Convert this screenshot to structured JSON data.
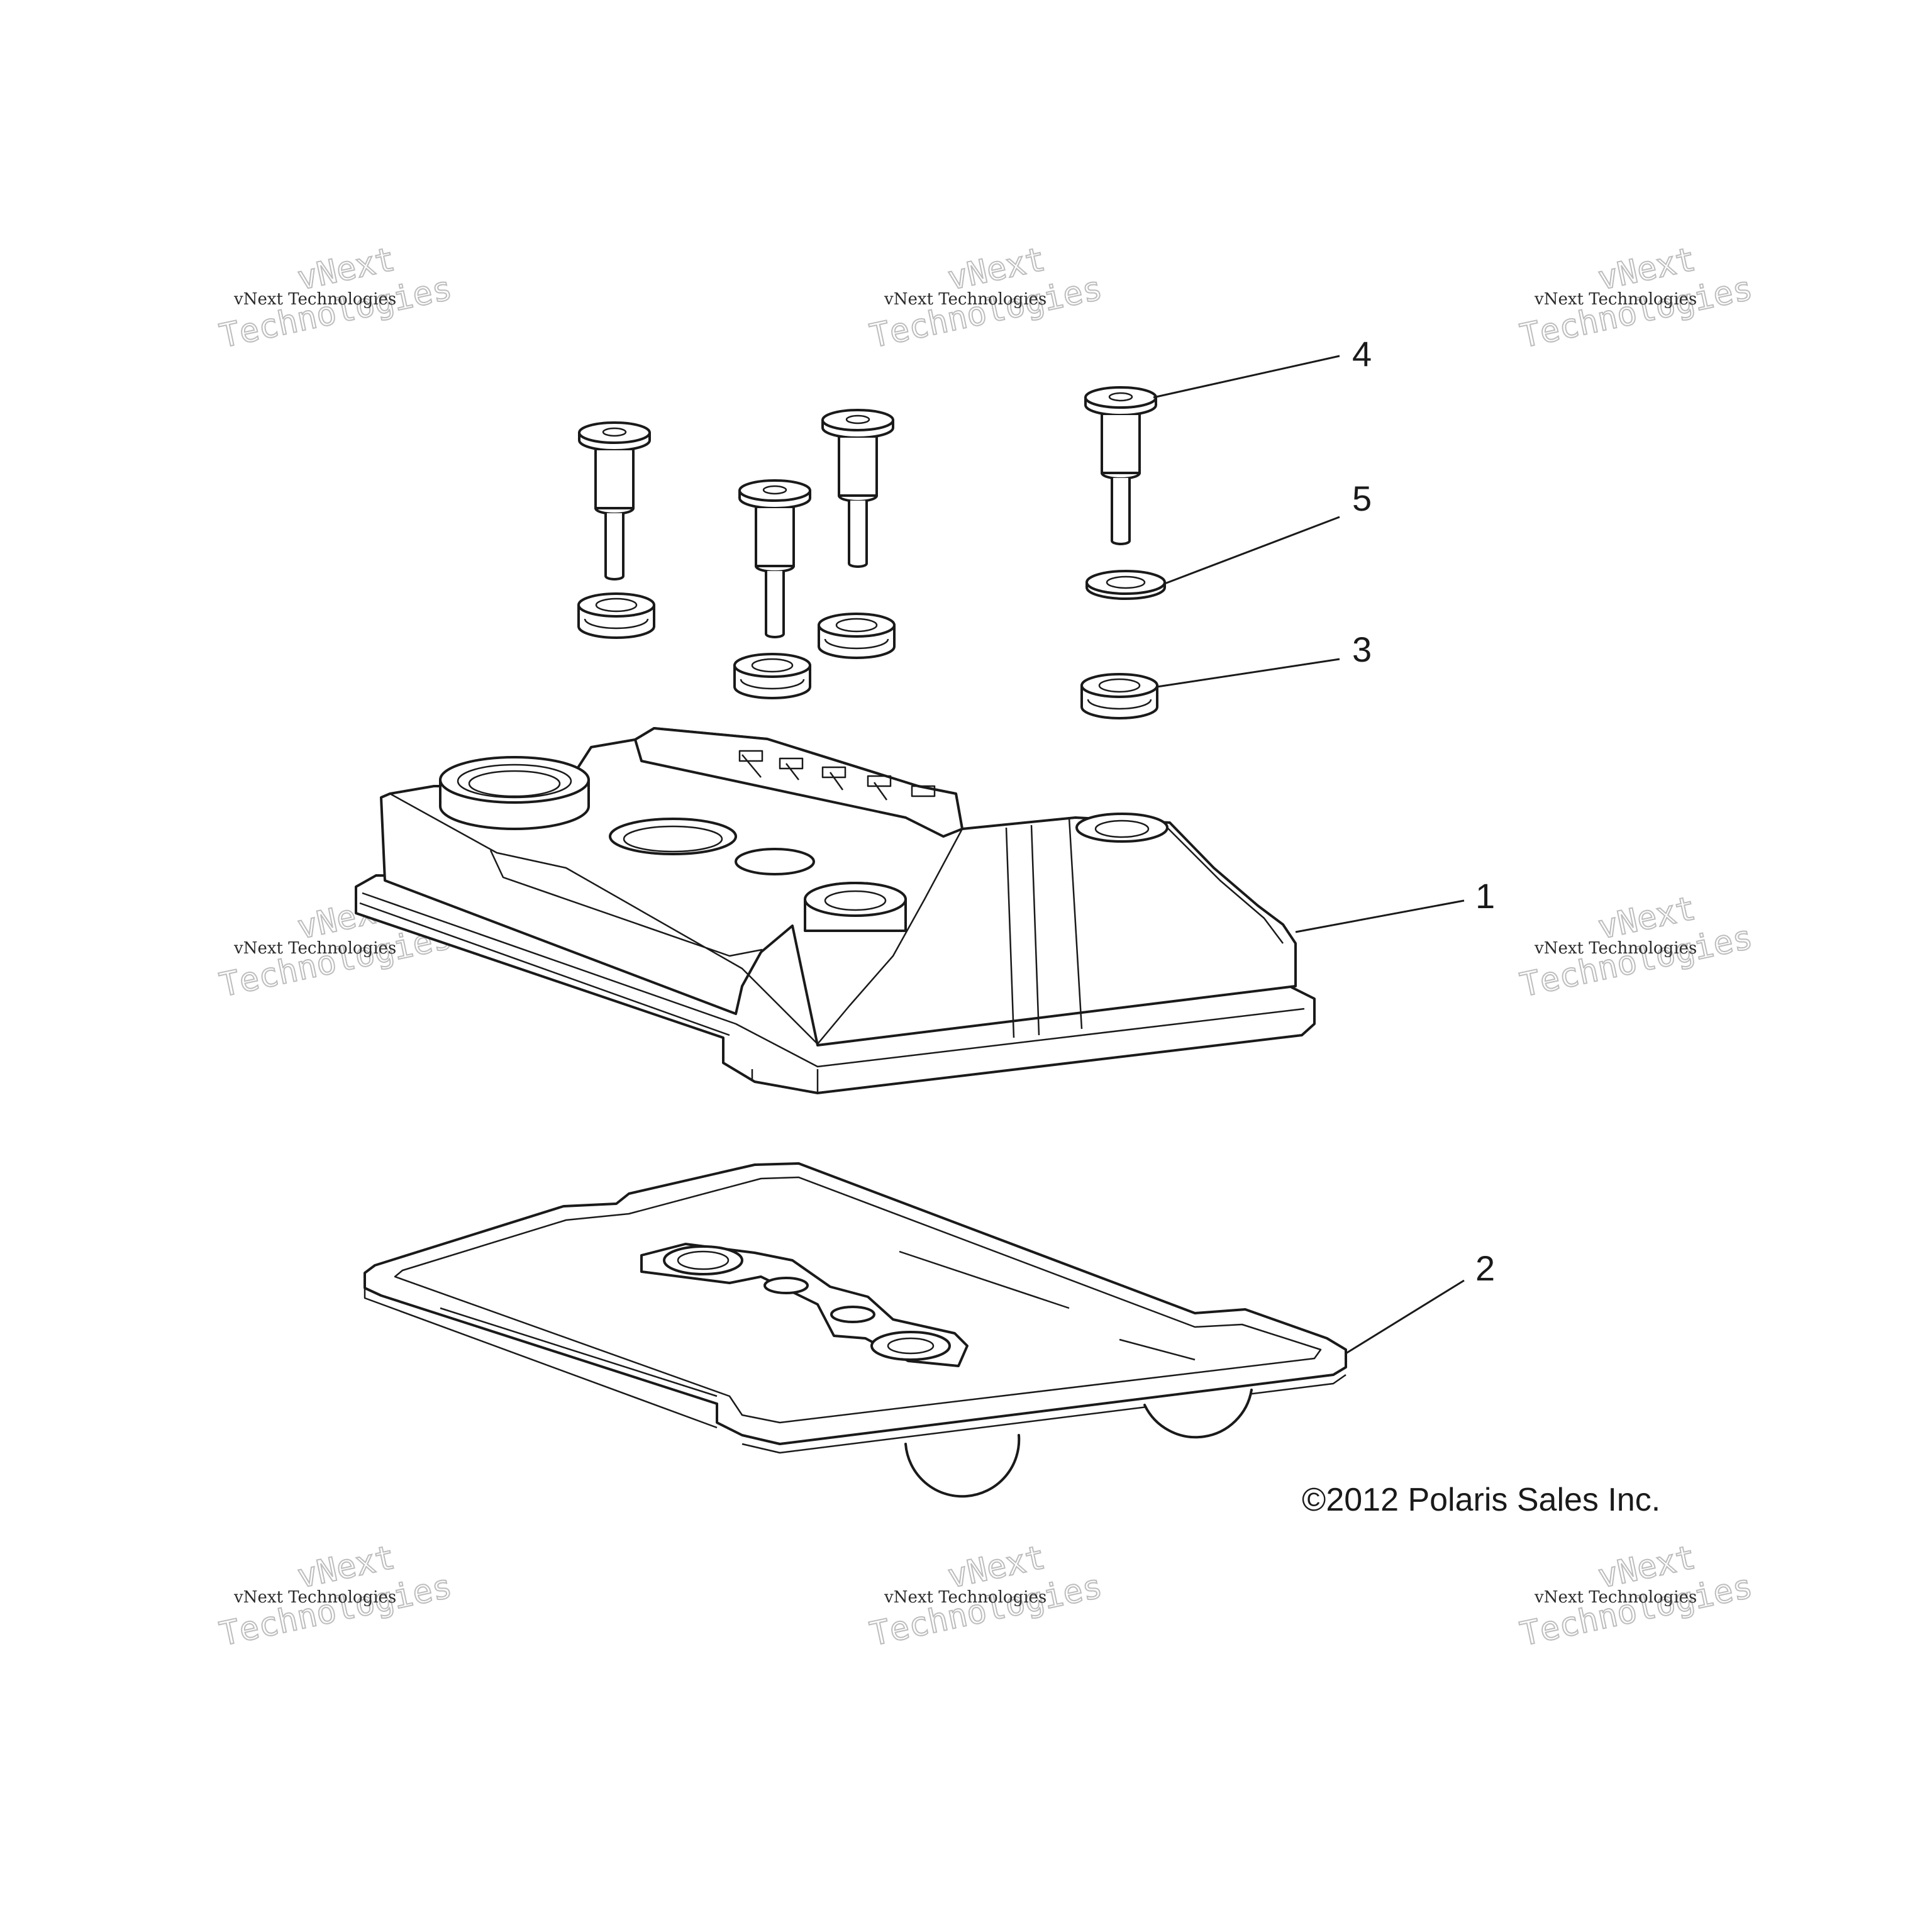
{
  "callouts": [
    {
      "number": "4",
      "part": "screw"
    },
    {
      "number": "5",
      "part": "washer"
    },
    {
      "number": "3",
      "part": "grommet"
    },
    {
      "number": "1",
      "part": "valve-cover"
    },
    {
      "number": "2",
      "part": "gasket"
    }
  ],
  "copyright": "©2012 Polaris Sales Inc.",
  "watermark": {
    "line_small": "vNext Technologies",
    "line_top": "vNext",
    "line_bottom": "Technologies",
    "count": 9
  }
}
